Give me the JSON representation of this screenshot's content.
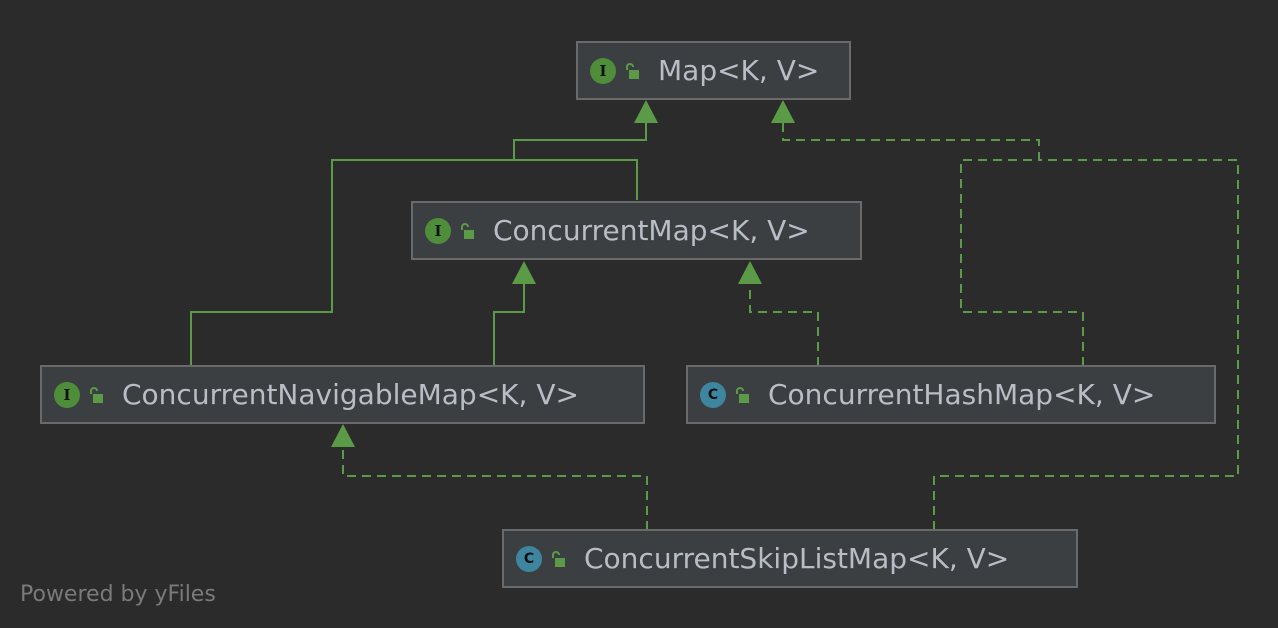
{
  "colors": {
    "background": "#2b2b2b",
    "node_fill": "#3c3f41",
    "node_border": "#6a6a6a",
    "edge": "#5b9a46",
    "interface_badge": "#4e8d3a",
    "class_badge": "#3e86a0",
    "text": "#b7bec6"
  },
  "nodes": [
    {
      "id": "map",
      "kind": "I",
      "kind_icon": "interface-icon",
      "label": "Map<K, V>"
    },
    {
      "id": "concurrentmap",
      "kind": "I",
      "kind_icon": "interface-icon",
      "label": "ConcurrentMap<K, V>"
    },
    {
      "id": "concurrentnavigablemap",
      "kind": "I",
      "kind_icon": "interface-icon",
      "label": "ConcurrentNavigableMap<K, V>"
    },
    {
      "id": "concurrenthashmap",
      "kind": "C",
      "kind_icon": "class-icon",
      "label": "ConcurrentHashMap<K, V>"
    },
    {
      "id": "concurrentskiplistmap",
      "kind": "C",
      "kind_icon": "class-icon",
      "label": "ConcurrentSkipListMap<K, V>"
    }
  ],
  "edges": [
    {
      "from": "concurrentmap",
      "to": "map",
      "type": "extends"
    },
    {
      "from": "concurrentnavigablemap",
      "to": "map",
      "type": "extends"
    },
    {
      "from": "concurrentnavigablemap",
      "to": "concurrentmap",
      "type": "extends"
    },
    {
      "from": "concurrenthashmap",
      "to": "concurrentmap",
      "type": "implements"
    },
    {
      "from": "concurrenthashmap",
      "to": "map",
      "type": "implements"
    },
    {
      "from": "concurrentskiplistmap",
      "to": "concurrentnavigablemap",
      "type": "implements"
    },
    {
      "from": "concurrentskiplistmap",
      "to": "map",
      "type": "implements"
    }
  ],
  "footer": {
    "powered_by": "Powered by yFiles"
  }
}
